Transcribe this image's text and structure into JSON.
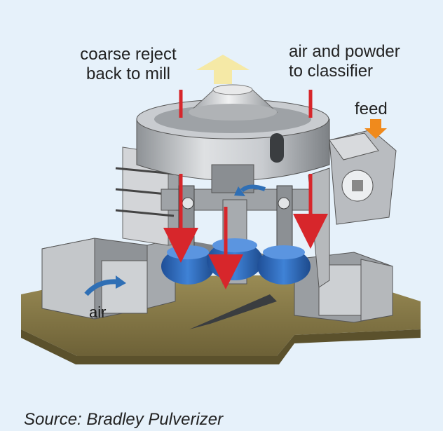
{
  "labels": {
    "coarse_reject_line1": "coarse reject",
    "coarse_reject_line2": "back to mill",
    "air_powder_line1": "air and powder",
    "air_powder_line2": "to classifier",
    "feed": "feed",
    "air": "air",
    "source": "Source: Bradley Pulverizer"
  },
  "colors": {
    "background": "#e6f1fa",
    "flow_arrow_red": "#d7262b",
    "feed_arrow_orange": "#f08a1c",
    "up_arrow_yellow": "#f5e9a6",
    "air_arrow_blue": "#2f6fb5",
    "roller_blue": "#2f6fc2",
    "metal_grey": "#b9bcc0",
    "base_olive": "#8c7f4c"
  }
}
